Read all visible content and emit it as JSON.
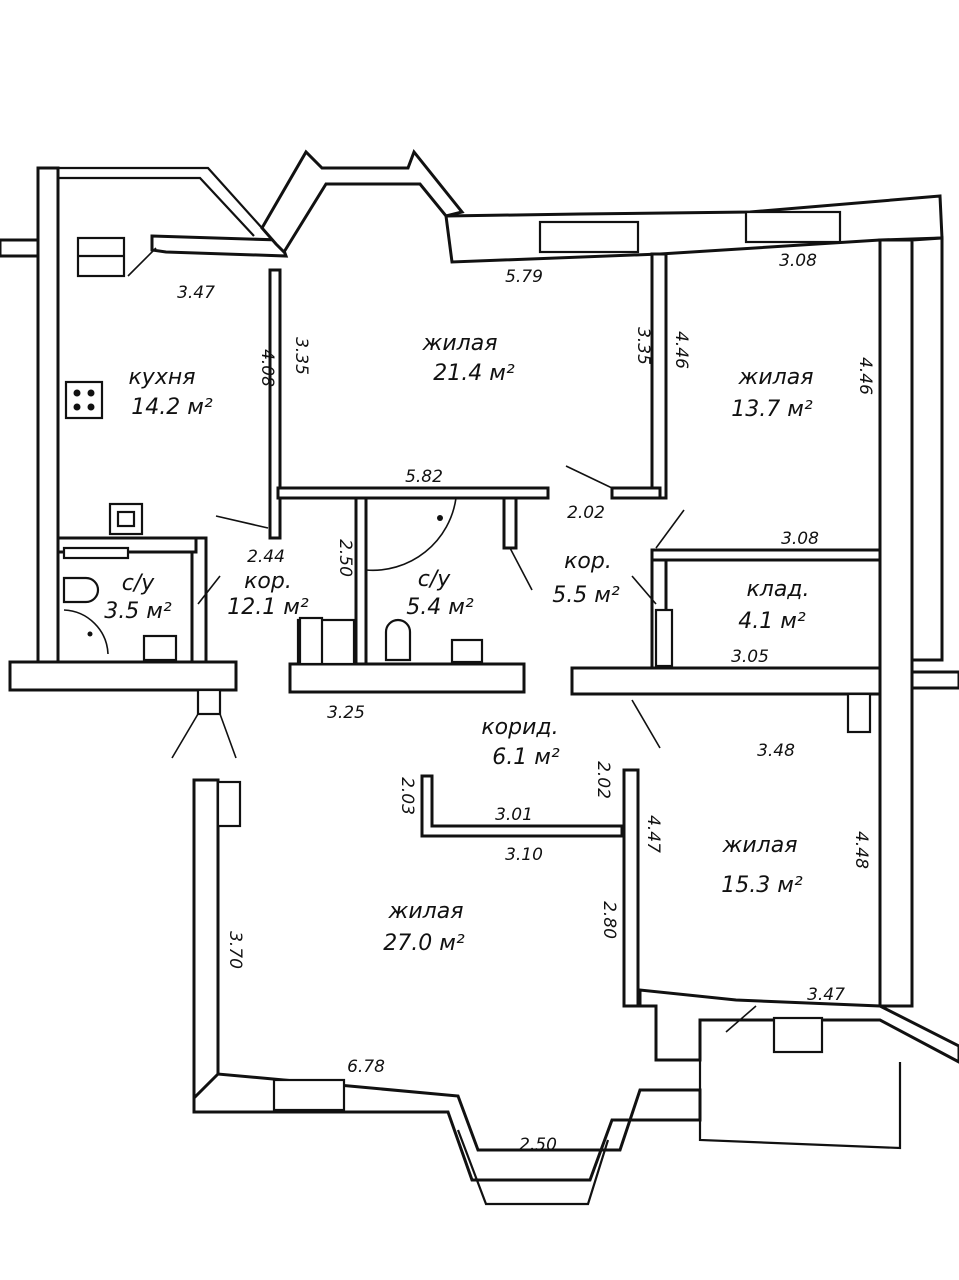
{
  "rooms": [
    {
      "id": "kitchen",
      "name": "кухня",
      "area": "14.2 м²"
    },
    {
      "id": "living-top-center",
      "name": "жилая",
      "area": "21.4 м²"
    },
    {
      "id": "living-top-right",
      "name": "жилая",
      "area": "13.7 м²"
    },
    {
      "id": "wc-left",
      "name": "с/у",
      "area": "3.5 м²"
    },
    {
      "id": "corridor-left",
      "name": "кор.",
      "area": "12.1 м²"
    },
    {
      "id": "wc-center",
      "name": "с/у",
      "area": "5.4 м²"
    },
    {
      "id": "corridor-right",
      "name": "кор.",
      "area": "5.5 м²"
    },
    {
      "id": "storage",
      "name": "клад.",
      "area": "4.1 м²"
    },
    {
      "id": "corridor-center",
      "name": "корид.",
      "area": "6.1 м²"
    },
    {
      "id": "living-bottom-right",
      "name": "жилая",
      "area": "15.3 м²"
    },
    {
      "id": "living-bottom-left",
      "name": "жилая",
      "area": "27.0 м²"
    }
  ],
  "dimensions": {
    "kitchen_width": "3.47",
    "kitchen_height": "4.08",
    "living1_left": "3.35",
    "living1_top": "5.79",
    "living1_right": "3.35",
    "living1_bottom": "5.82",
    "living2_left": "4.46",
    "living2_top": "3.08",
    "living2_right": "4.46",
    "living2_bottom": "3.08",
    "corr_left_a": "2.44",
    "corr_left_b": "2.50",
    "corr_right": "2.02",
    "storage_bottom": "3.05",
    "wc_bottom": "3.25",
    "living3_top": "3.48",
    "living3_left": "4.47",
    "living3_right": "4.48",
    "living3_bottom": "3.47",
    "corr_center_left": "2.03",
    "corr_center_right": "2.02",
    "corr_center_inner": "3.01",
    "living4_top": "3.10",
    "living4_left": "3.70",
    "living4_right": "2.80",
    "living4_bottom": "6.78",
    "bay_width": "2.50"
  }
}
